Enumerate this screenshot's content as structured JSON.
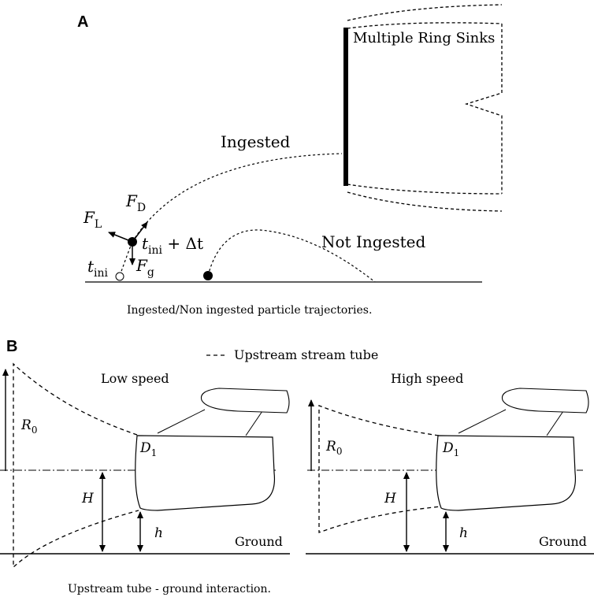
{
  "panel_a": {
    "letter": "A",
    "sinks_label": "Multiple Ring Sinks",
    "ingested_label": "Ingested",
    "not_ingested_label": "Not Ingested",
    "force_lift": "F",
    "force_lift_sub": "L",
    "force_drag": "F",
    "force_drag_sub": "D",
    "force_gravity": "F",
    "force_gravity_sub": "g",
    "t_initial": "t",
    "t_initial_sub": "ini",
    "t_next": "t",
    "t_next_sub": "ini",
    "t_next_suffix": " + Δt",
    "caption": "Ingested/Non ingested particle trajectories."
  },
  "panel_b": {
    "letter": "B",
    "legend_label": "Upstream stream tube",
    "low_title": "Low speed",
    "high_title": "High speed",
    "r0": "R",
    "r0_sub": "0",
    "d1": "D",
    "d1_sub": "1",
    "H": "H",
    "h": "h",
    "ground": "Ground",
    "caption": "Upstream tube - ground interaction."
  }
}
